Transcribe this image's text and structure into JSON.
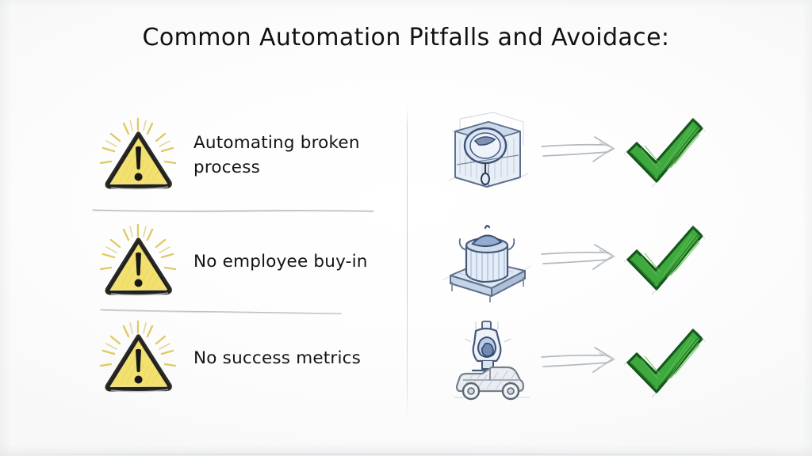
{
  "slide": {
    "title": "Common Automation Pitfalls and Avoidace:",
    "background_color": "#fcfcfc",
    "text_color": "#141414",
    "divider_color": "#c6cbd1"
  },
  "palette": {
    "warning_yellow": "#f0dd68",
    "warning_yellow_light": "#f7eb9c",
    "warning_outline": "#2b2b28",
    "ray_gold": "#d8bf3c",
    "check_green": "#3fa93f",
    "check_green_dark": "#1d6b1d",
    "check_green_light": "#66c156",
    "sketch_blue": "#8fa9c9",
    "sketch_blue_dark": "#46587a",
    "sketch_gray": "#9aa0a8",
    "arrow_gray": "#b9bec4"
  },
  "left_column": {
    "name": "pitfalls-list",
    "items": [
      {
        "label": "Automating broken process",
        "icon": "warning-triangle-icon"
      },
      {
        "label": "No employee buy-in",
        "icon": "warning-triangle-icon"
      },
      {
        "label": "No success metrics",
        "icon": "warning-triangle-icon"
      }
    ],
    "dividers": 2
  },
  "right_column": {
    "name": "avoidance-list",
    "items": [
      {
        "icon": "sketch-washing-machine-icon",
        "arrow": "arrow-right-icon",
        "result": "green-check-icon"
      },
      {
        "icon": "sketch-pot-on-platform-icon",
        "arrow": "arrow-right-icon",
        "result": "green-check-icon"
      },
      {
        "icon": "sketch-microscope-on-car-icon",
        "arrow": "arrow-right-icon",
        "result": "green-check-icon"
      }
    ]
  }
}
